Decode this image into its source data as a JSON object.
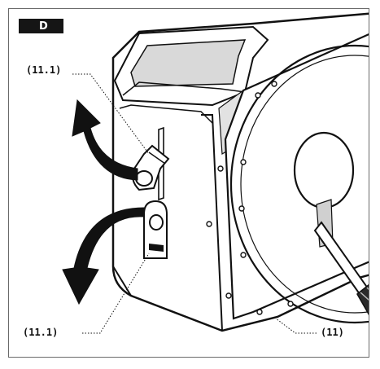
{
  "figure": {
    "badge_label": "D",
    "callouts": {
      "latch_top": "(11.1)",
      "latch_bottom": "(11.1)",
      "reel": "(11)"
    }
  }
}
